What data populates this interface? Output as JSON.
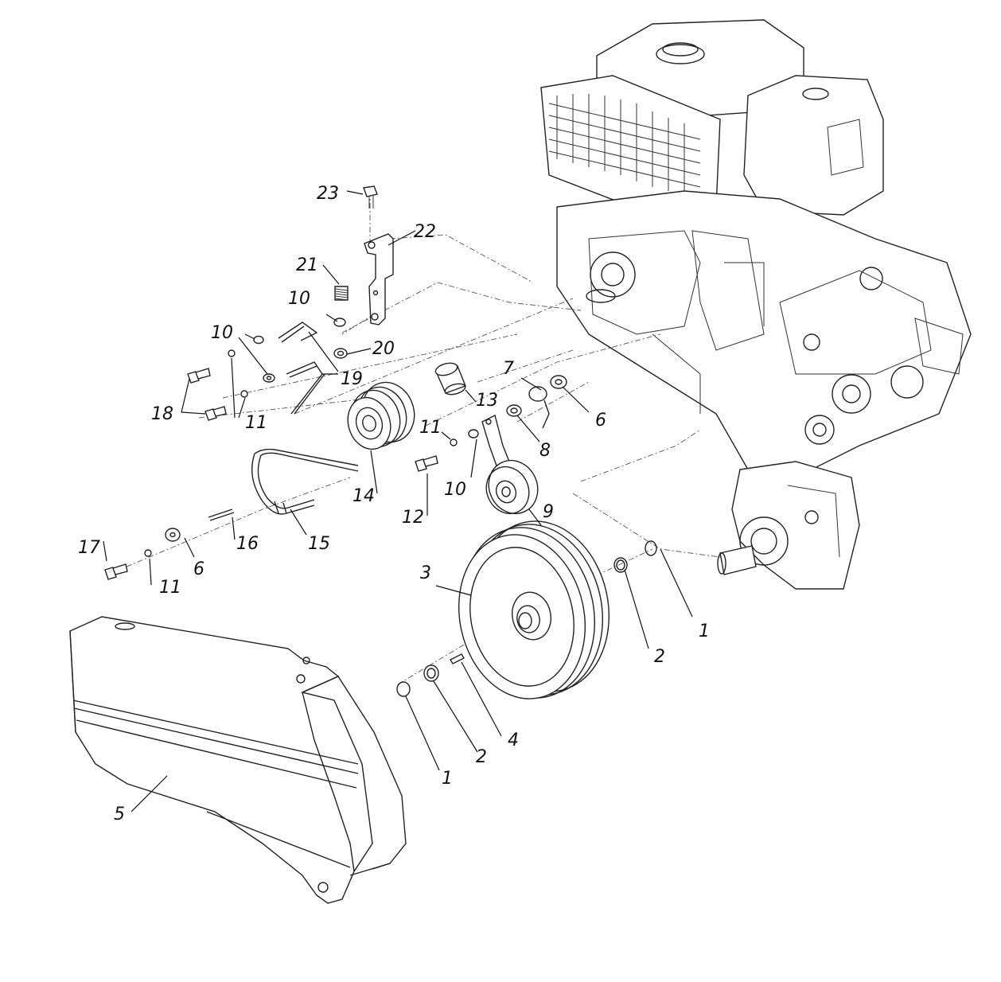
{
  "diagram": {
    "labels": [
      {
        "id": "1a",
        "text": "1"
      },
      {
        "id": "1b",
        "text": "1"
      },
      {
        "id": "2a",
        "text": "2"
      },
      {
        "id": "2b",
        "text": "2"
      },
      {
        "id": "3",
        "text": "3"
      },
      {
        "id": "4",
        "text": "4"
      },
      {
        "id": "5",
        "text": "5"
      },
      {
        "id": "6a",
        "text": "6"
      },
      {
        "id": "6b",
        "text": "6"
      },
      {
        "id": "7",
        "text": "7"
      },
      {
        "id": "8",
        "text": "8"
      },
      {
        "id": "9",
        "text": "9"
      },
      {
        "id": "10a",
        "text": "10"
      },
      {
        "id": "10b",
        "text": "10"
      },
      {
        "id": "10c",
        "text": "10"
      },
      {
        "id": "11a",
        "text": "11"
      },
      {
        "id": "11b",
        "text": "11"
      },
      {
        "id": "11c",
        "text": "11"
      },
      {
        "id": "12",
        "text": "12"
      },
      {
        "id": "13",
        "text": "13"
      },
      {
        "id": "14",
        "text": "14"
      },
      {
        "id": "15",
        "text": "15"
      },
      {
        "id": "16",
        "text": "16"
      },
      {
        "id": "17",
        "text": "17"
      },
      {
        "id": "18",
        "text": "18"
      },
      {
        "id": "19",
        "text": "19"
      },
      {
        "id": "20",
        "text": "20"
      },
      {
        "id": "21",
        "text": "21"
      },
      {
        "id": "22",
        "text": "22"
      },
      {
        "id": "23",
        "text": "23"
      }
    ]
  }
}
